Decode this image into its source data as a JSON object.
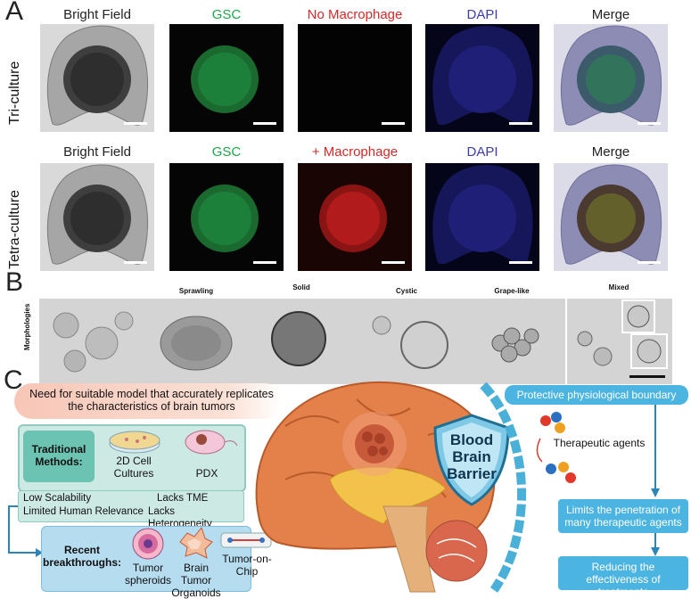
{
  "panelA": {
    "letter": "A",
    "columns": [
      "Bright Field",
      "GSC",
      "No Macrophage",
      "DAPI",
      "Merge"
    ],
    "columns_row2": [
      "Bright Field",
      "GSC",
      "+ Macrophage",
      "DAPI",
      "Merge"
    ],
    "rows": [
      "Tri-culture",
      "Tetra-culture"
    ],
    "colors": {
      "green": "#1aa84a",
      "red": "#d62828",
      "blue": "#3c3cb4"
    }
  },
  "panelB": {
    "letter": "B",
    "row_label": "Morphologies",
    "titles": [
      "",
      "Sprawling",
      "Solid",
      "Cystic",
      "Grape-like",
      "Mixed"
    ]
  },
  "panelC": {
    "letter": "C",
    "need_text": "Need for suitable model that accurately replicates the characteristics of brain tumors",
    "traditional_label": "Traditional Methods:",
    "cell_cultures": "2D Cell Cultures",
    "pdx": "PDX",
    "limits": [
      "Low Scalability",
      "Lacks TME",
      "Limited Human Relevance",
      "Lacks Heterogeneity"
    ],
    "recent_label": "Recent breakthroughs:",
    "recent_items": [
      "Tumor spheroids",
      "Brain Tumor Organoids",
      "Tumor-on-Chip"
    ],
    "bbb": [
      "Blood",
      "Brain",
      "Barrier"
    ],
    "protective": "Protective physiological boundary",
    "therapeutic": "Therapeutic agents",
    "limits_penetration": "Limits the penetration of many therapeutic agents",
    "reducing": "Reducing the effectiveness of treatments"
  }
}
